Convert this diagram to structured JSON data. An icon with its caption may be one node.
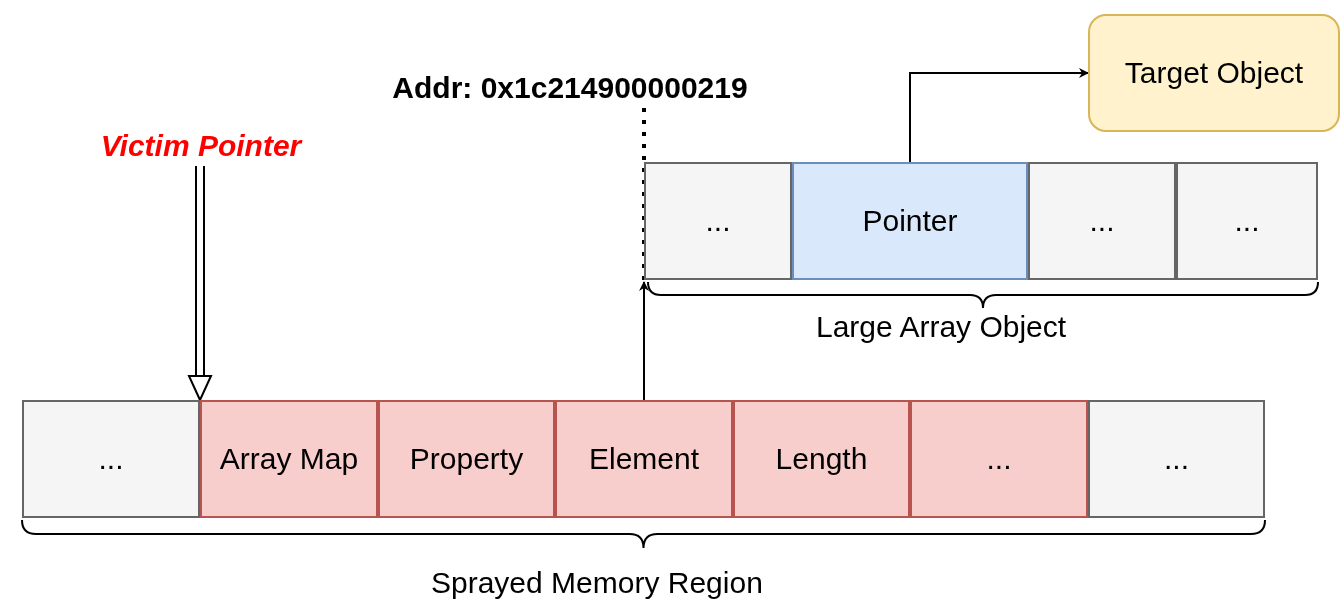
{
  "diagram": {
    "nodes": [
      {
        "text": [
          "Victim Pointer"
        ]
      },
      {
        "text": [
          "Addr: 0x1c214900000219"
        ]
      },
      {
        "text": [
          "Target Object"
        ]
      },
      {
        "text": [
          "..."
        ]
      },
      {
        "text": [
          "Pointer"
        ]
      },
      {
        "text": [
          "..."
        ]
      },
      {
        "text": [
          "..."
        ]
      },
      {
        "text": [
          "..."
        ]
      },
      {
        "text": [
          "Array Map"
        ]
      },
      {
        "text": [
          "Property"
        ]
      },
      {
        "text": [
          "Element"
        ]
      },
      {
        "text": [
          "Length"
        ]
      },
      {
        "text": [
          "..."
        ]
      },
      {
        "text": [
          "..."
        ]
      }
    ],
    "edges": [
      {
        "from": 0,
        "to": 8,
        "arrow": "to",
        "style": "thick"
      },
      {
        "from": 10,
        "to": 3,
        "arrow": "to"
      },
      {
        "from": 4,
        "to": 2,
        "arrow": "to"
      },
      {
        "from": 1,
        "to": 3,
        "arrow": "none",
        "style": "dashed"
      }
    ],
    "labels": [
      "Large Array Object",
      "Sprayed Memory Region"
    ]
  }
}
